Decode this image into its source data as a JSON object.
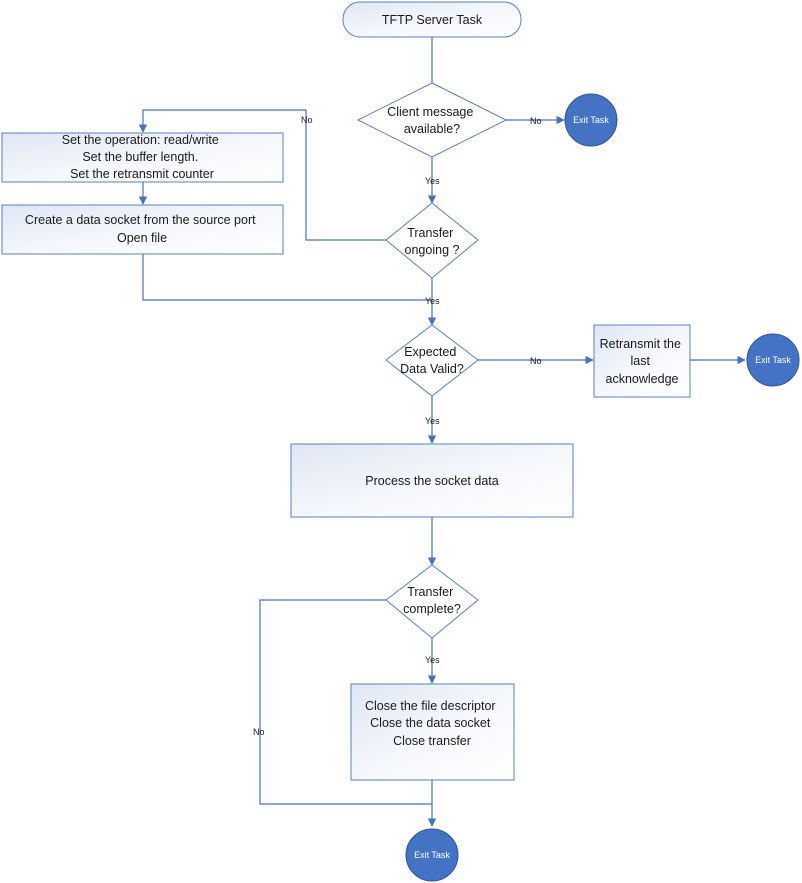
{
  "flowchart": {
    "start": "TFTP Server Task",
    "decision_client": [
      "Client message",
      "available?"
    ],
    "decision_transfer": [
      "Transfer",
      "ongoing ?"
    ],
    "box_setup": [
      "Set the operation: read/write",
      "Set the buffer length.",
      "Set the retransmit counter"
    ],
    "box_socket": [
      "Create a data socket from the source port",
      "Open file"
    ],
    "decision_expected": [
      "Expected",
      "Data Valid?"
    ],
    "box_retransmit": [
      "Retransmit the",
      "last",
      "acknowledge"
    ],
    "box_process": "Process the socket data",
    "decision_complete": [
      "Transfer",
      "complete?"
    ],
    "box_close": [
      "Close the file descriptor",
      "Close the data socket",
      "Close transfer"
    ],
    "exit_1": "Exit Task",
    "exit_2": "Exit Task",
    "exit_3": "Exit Task",
    "edge_no_client": "No",
    "edge_yes_client": "Yes",
    "edge_no_transfer": "No",
    "edge_yes_transfer": "Yes",
    "edge_no_expected": "No",
    "edge_yes_expected": "Yes",
    "edge_yes_complete": "Yes",
    "edge_no_complete": "No"
  },
  "colors": {
    "stroke": "#5b80b8",
    "connector": "#4a72b8",
    "exit_fill": "#4472c4"
  }
}
